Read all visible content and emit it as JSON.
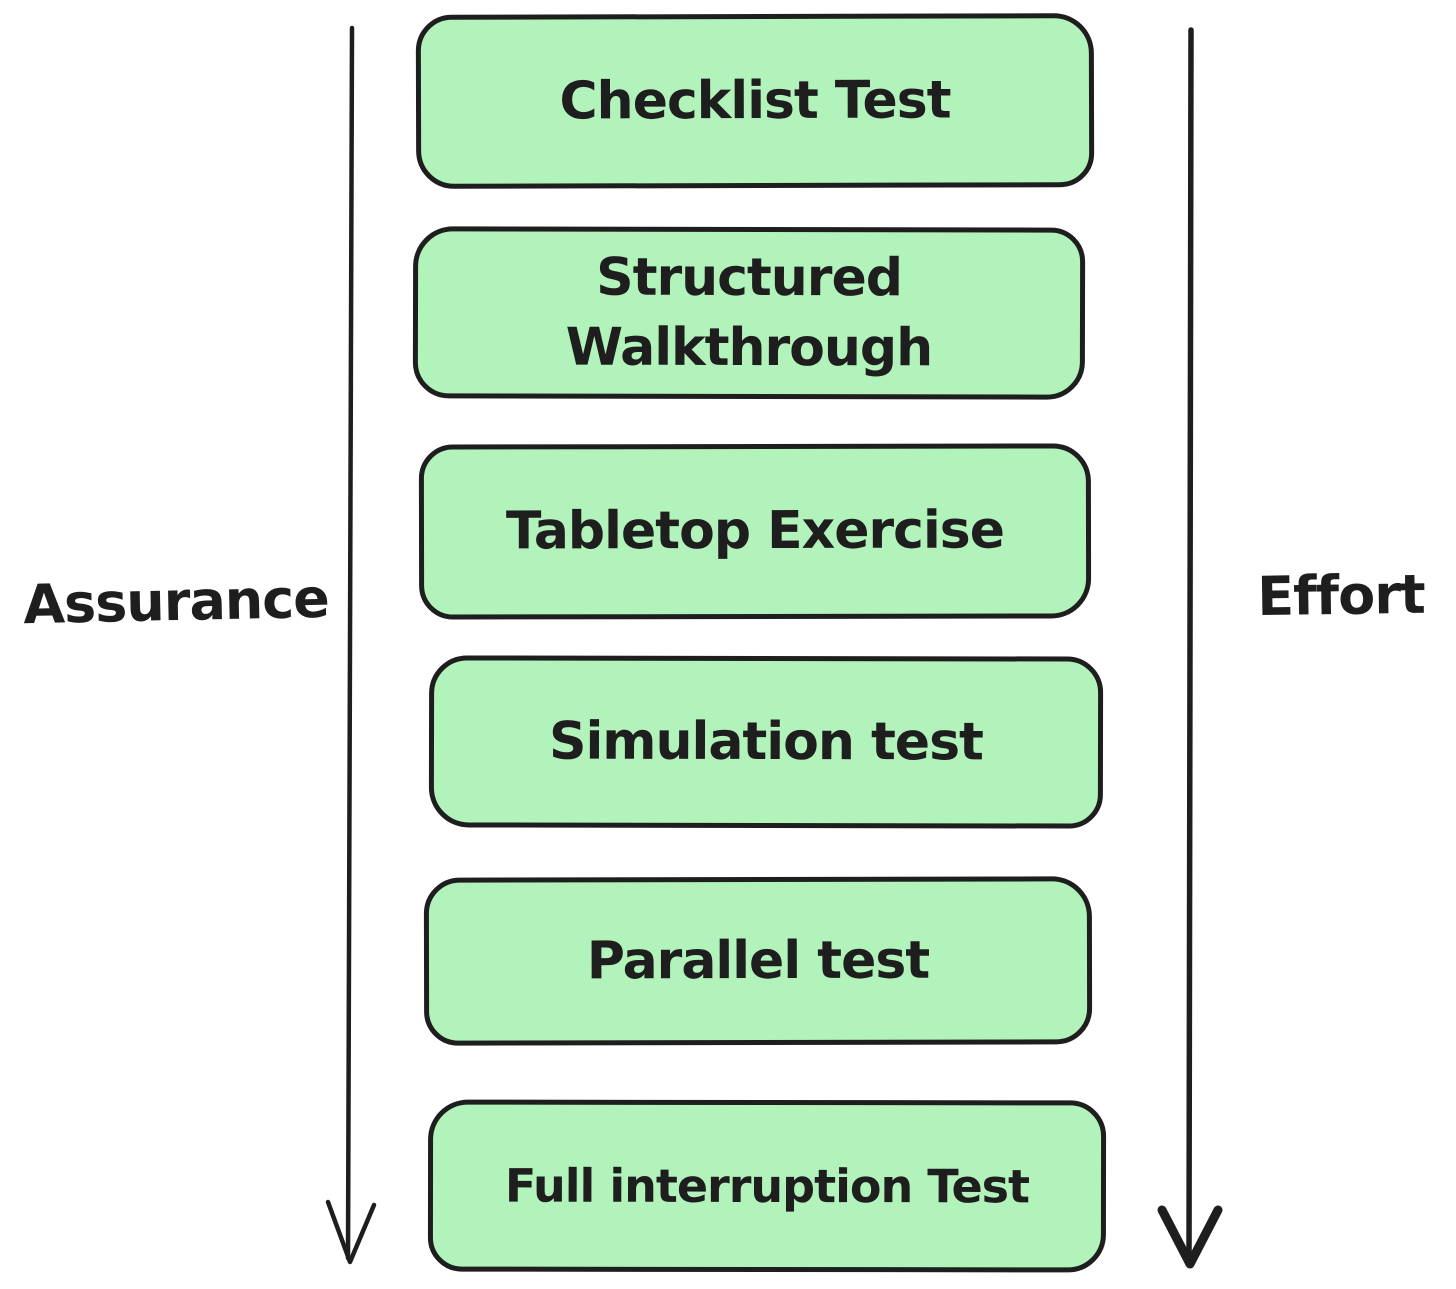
{
  "diagram": {
    "title_hint": "DR/BCP testing types ordered by assurance and effort",
    "left_axis": {
      "label": "Assurance",
      "direction": "down"
    },
    "right_axis": {
      "label": "Effort",
      "direction": "down"
    },
    "boxes": [
      {
        "label": "Checklist Test"
      },
      {
        "label": "Structured Walkthrough"
      },
      {
        "label": "Tabletop Exercise"
      },
      {
        "label": "Simulation test"
      },
      {
        "label": "Parallel test"
      },
      {
        "label": "Full interruption Test"
      }
    ],
    "colors": {
      "box_fill": "#b2f2bb",
      "stroke": "#1e1e1e",
      "background": "#ffffff"
    }
  }
}
